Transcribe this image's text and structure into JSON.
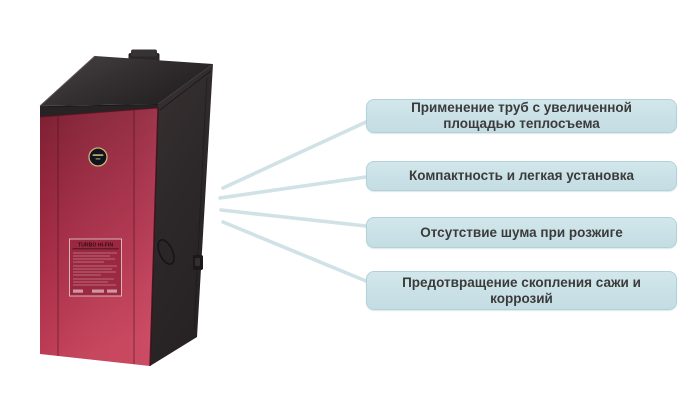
{
  "page": {
    "background": "#ffffff",
    "type": "product-feature-infographic"
  },
  "product": {
    "kind": "floor-standing boiler",
    "label_title": "TURBO HI-FIN",
    "front_color": "#a32b43",
    "casing_color": "#2c2728",
    "logo": "brand-badge"
  },
  "callouts": {
    "box_fill": "#c9e1e6",
    "box_border": "#b2d1d8",
    "text_color": "#3b3b3b",
    "connector_color": "#d0e2e6",
    "items": [
      {
        "label": "Применение труб с увеличенной площадью теплосъема"
      },
      {
        "label": "Компактность и легкая установка"
      },
      {
        "label": "Отсутствие шума при розжиге"
      },
      {
        "label": "Предотвращение скопления сажи и коррозий"
      }
    ]
  }
}
